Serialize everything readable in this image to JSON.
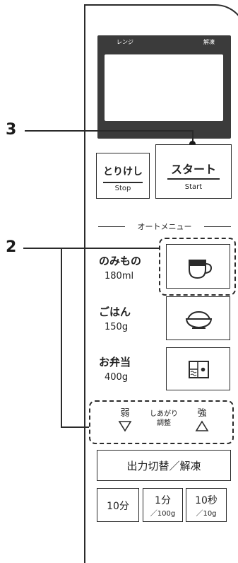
{
  "display": {
    "label_left": "レンジ",
    "label_right": "解凍"
  },
  "buttons": {
    "stop": {
      "label": "とりけし",
      "sub": "Stop"
    },
    "start": {
      "label": "スタート",
      "sub": "Start"
    },
    "power_defrost": "出力切替／解凍",
    "time_10min": "10分",
    "time_1min": {
      "main": "1分",
      "sub": "／100g"
    },
    "time_10sec": {
      "main": "10秒",
      "sub": "／10g"
    }
  },
  "auto_menu": {
    "heading": "オートメニュー",
    "items": [
      {
        "name": "のみもの",
        "qty": "180ml",
        "icon": "cup-icon"
      },
      {
        "name": "ごはん",
        "qty": "150g",
        "icon": "rice-bowl-icon"
      },
      {
        "name": "お弁当",
        "qty": "400g",
        "icon": "bento-box-icon"
      }
    ]
  },
  "finish_adjust": {
    "weak": "弱",
    "label_line1": "しあがり",
    "label_line2": "調整",
    "strong": "強"
  },
  "callouts": {
    "c3": "3",
    "c2": "2"
  }
}
